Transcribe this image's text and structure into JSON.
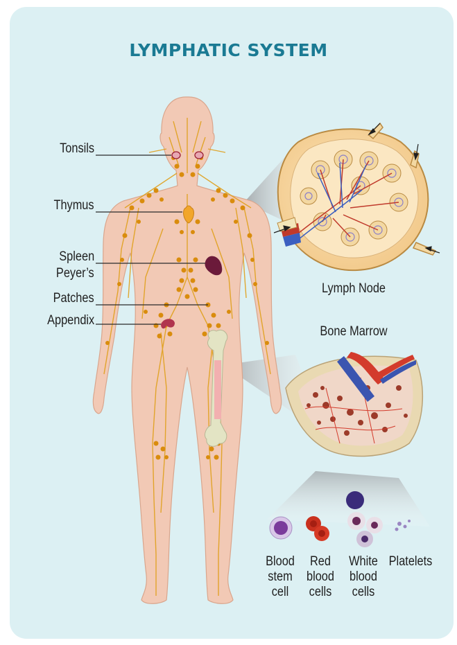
{
  "title": "LYMPHATIC SYSTEM",
  "organs": {
    "tonsils": "Tonsils",
    "thymus": "Thymus",
    "spleen": "Spleen",
    "peyers_1": "Peyer’s",
    "peyers_2": "Patches",
    "appendix": "Appendix"
  },
  "detail_labels": {
    "lymph_node": "Lymph Node",
    "bone_marrow": "Bone Marrow"
  },
  "cells": {
    "stem": [
      "Blood",
      "stem",
      "cell"
    ],
    "red": [
      "Red",
      "blood",
      "cells"
    ],
    "white": [
      "White",
      "blood",
      "cells"
    ],
    "platelets": [
      "Platelets"
    ]
  },
  "colors": {
    "card": "#dcf0f3",
    "title": "#1a7a93",
    "body": "#f2c9b5",
    "lymph_vessel": "#e0a01c",
    "node": "#d98c0d"
  }
}
